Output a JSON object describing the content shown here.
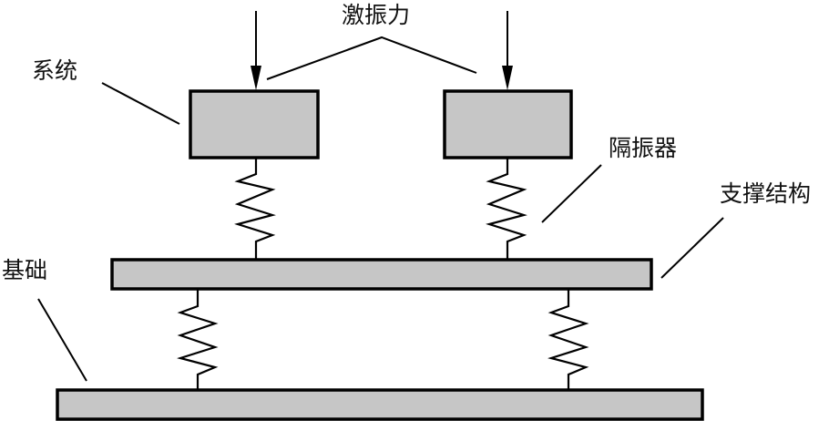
{
  "diagram": {
    "type": "vibration-isolation-schematic",
    "labels": {
      "excitation_force": "激振力",
      "system": "系统",
      "isolator": "隔振器",
      "support_structure": "支撑结构",
      "foundation": "基础"
    },
    "components": {
      "system_masses": 2,
      "excitation_arrows": 2,
      "upper_isolators": 2,
      "lower_isolators": 2
    },
    "colors": {
      "block_fill": "#c6c6c6",
      "stroke": "#000000",
      "background": "#ffffff"
    }
  }
}
